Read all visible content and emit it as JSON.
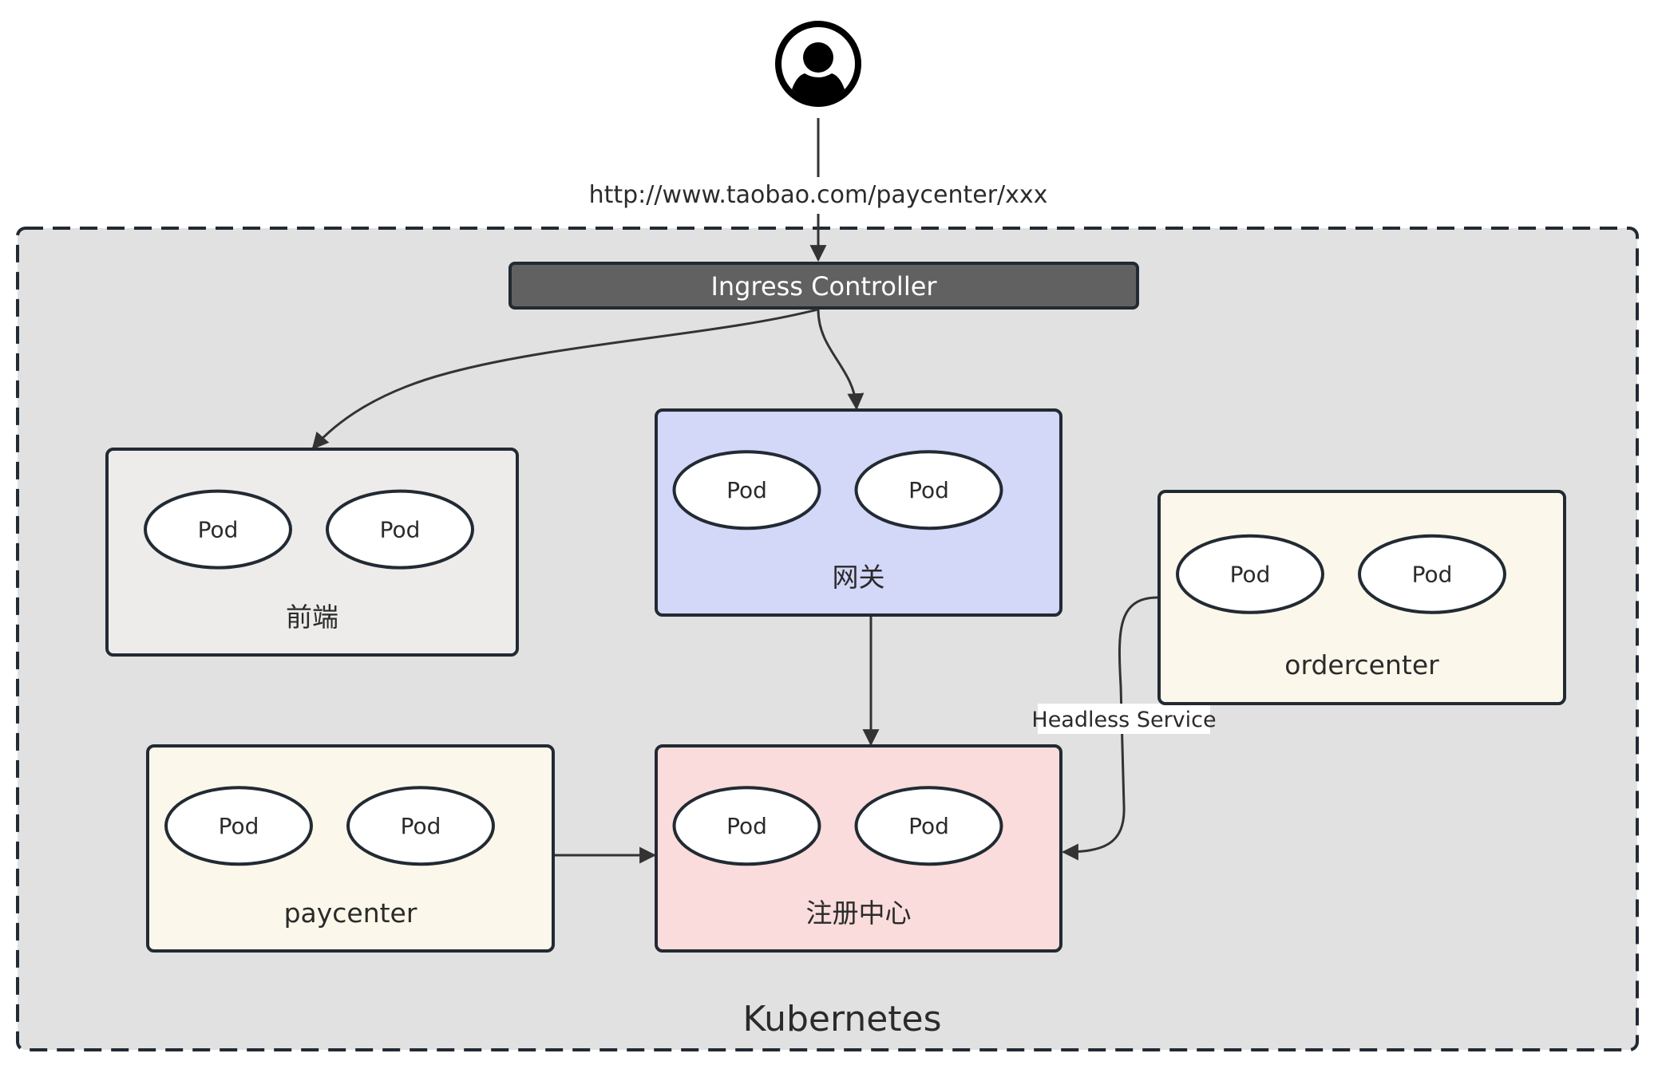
{
  "user": {
    "icon": "user-circle-icon"
  },
  "request": {
    "url": "http://www.taobao.com/paycenter/xxx"
  },
  "cluster": {
    "label": "Kubernetes",
    "fill": "#e1e1e1",
    "border": "#222a33"
  },
  "ingress": {
    "label": "Ingress Controller",
    "fill": "#616161",
    "text_color": "#ffffff"
  },
  "services": [
    {
      "id": "frontend",
      "label": "前端",
      "fill": "#edeceb",
      "pods": [
        "Pod",
        "Pod"
      ]
    },
    {
      "id": "gateway",
      "label": "网关",
      "fill": "#d3d7f8",
      "pods": [
        "Pod",
        "Pod"
      ]
    },
    {
      "id": "ordercenter",
      "label": "ordercenter",
      "fill": "#fbf8eb",
      "pods": [
        "Pod",
        "Pod"
      ]
    },
    {
      "id": "paycenter",
      "label": "paycenter",
      "fill": "#fbf8eb",
      "pods": [
        "Pod",
        "Pod"
      ]
    },
    {
      "id": "registry",
      "label": "注册中心",
      "fill": "#f9dcdb",
      "pods": [
        "Pod",
        "Pod"
      ]
    }
  ],
  "edges": [
    {
      "from": "user",
      "to": "ingress",
      "label": "http://www.taobao.com/paycenter/xxx"
    },
    {
      "from": "ingress",
      "to": "frontend"
    },
    {
      "from": "ingress",
      "to": "gateway"
    },
    {
      "from": "gateway",
      "to": "registry"
    },
    {
      "from": "paycenter",
      "to": "registry"
    },
    {
      "from": "ordercenter",
      "to": "registry",
      "label": "Headless Service"
    }
  ],
  "headless_label": "Headless Service"
}
